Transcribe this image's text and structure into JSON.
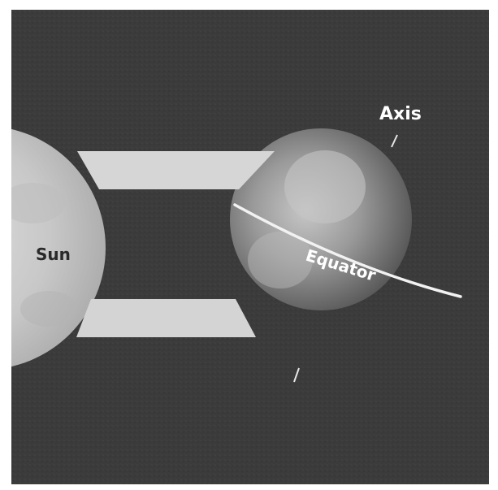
{
  "labels": {
    "sun": "Sun",
    "axis": "Axis",
    "equator": "Equator"
  },
  "colors": {
    "background": "#3b3b3b",
    "sun": "#cfcfcf",
    "sunlight_beam": "#d6d6d6",
    "earth": "#8e8e8e",
    "equator_line": "#f2f2f2",
    "label_on_dark": "#ffffff",
    "label_on_sun": "#2a2a2a"
  }
}
